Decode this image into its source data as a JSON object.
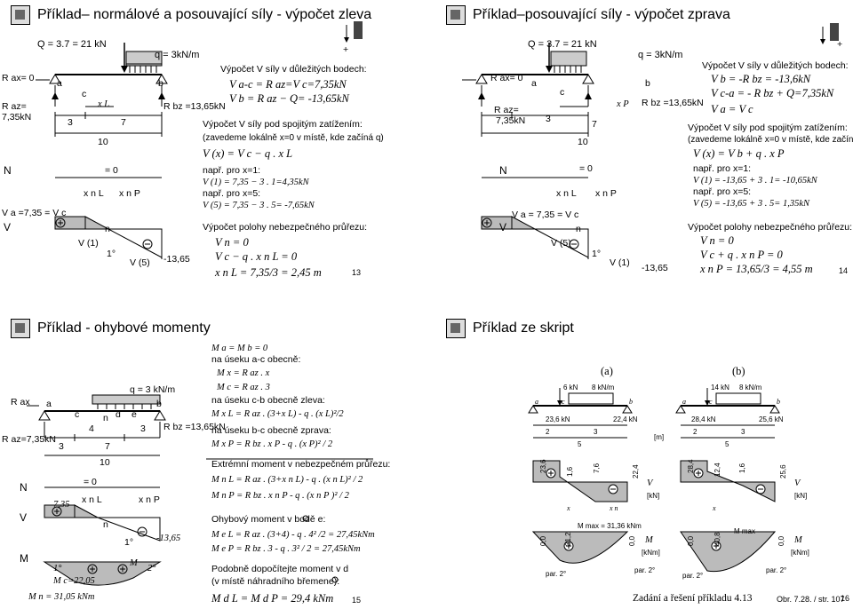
{
  "slide1": {
    "title": "Příklad– normálové a posouvající síly - výpočet zleva",
    "load_Q": "Q = 3.7 = 21 kN",
    "load_q": "q = 3kN/m",
    "Rax": "R ax= 0",
    "Raz_label": "R az=",
    "Raz_value": "7,35kN",
    "Rbz": "R bz =13,65kN",
    "pt_a": "a",
    "pt_b": "b",
    "pt_c": "c",
    "dim_3": "3",
    "dim_7": "7",
    "dim_10": "10",
    "xL": "x L",
    "N": "N",
    "V": "V",
    "eq0": "= 0",
    "xnL": "x n L",
    "xnP": "x n P",
    "Va_eq": "V a =7,35 = V c",
    "V1": "V (1)",
    "n": "n",
    "deg1": "1°",
    "V5": "V (5)",
    "neg": "-13,65",
    "r1": "Výpočet V síly v důležitých bodech:",
    "r2": "V a-c = R az=V c=7,35kN",
    "r3": "V b = R az − Q= -13,65kN",
    "r4": "Výpočet V síly pod spojitým zatížením:",
    "r5": "(zavedeme lokálně x=0 v místě, kde začíná q)",
    "r6": "V (x) = V c − q . x L",
    "r7": "např. pro x=1:",
    "r8": "V (1) = 7,35 − 3 . 1=4,35kN",
    "r9": "např. pro x=5:",
    "r10": "V (5) = 7,35 − 3 . 5= -7,65kN",
    "r11": "Výpočet polohy nebezpečného průřezu:",
    "r12": "V n = 0",
    "r13": "V c − q . x n L = 0",
    "r14": "x n L = 7,35/3 = 2,45 m",
    "page": "13",
    "plus": "+"
  },
  "slide2": {
    "title": "Příklad–posouvající síly - výpočet zprava",
    "load_Q": "Q = 3.7 = 21 kN",
    "load_q": "q = 3kN/m",
    "Rax": "R ax= 0",
    "Raz_label": "R az=",
    "Raz_value": "7,35kN",
    "Rbz": "R bz =13,65kN",
    "pt_a": "a",
    "pt_b": "b",
    "pt_c": "c",
    "dim_3": "3",
    "dim_7": "7",
    "dim_10": "10",
    "xP": "x P",
    "N": "N",
    "V": "V",
    "eq0": "= 0",
    "xnL": "x n L",
    "xnP": "x n P",
    "Va_eq": "V a = 7,35 = V c",
    "V5": "V (5)",
    "n": "n",
    "deg1": "1°",
    "V1": "V (1)",
    "neg": "-13,65",
    "r1": "Výpočet V síly v důležitých bodech:",
    "r2": "V b = -R bz = -13,6kN",
    "r3": "V c-a = - R bz + Q=7,35kN",
    "r4": "V a = V c",
    "r5": "Výpočet V síly pod spojitým zatížením:",
    "r6": "(zavedeme lokálně x=0 v místě, kde začíná q)",
    "r7": "V (x) = V b + q . x P",
    "r8": "např. pro x=1:",
    "r9": "V (1) = -13,65 + 3 . 1= -10,65kN",
    "r10": "např. pro x=5:",
    "r11": "V (5) = -13,65 + 3 . 5= 1,35kN",
    "r12": "Výpočet polohy nebezpečného průřezu:",
    "r13": "V n = 0",
    "r14": "V c + q . x n P = 0",
    "r15": "x n P = 13,65/3 = 4,55 m",
    "page": "14",
    "plus": "+"
  },
  "slide3": {
    "title": "Příklad - ohybové momenty",
    "load_q": "q = 3 kN/m",
    "Rax": "R ax",
    "Raz": "R az=7,35kN",
    "Rbz": "R bz =13,65kN",
    "pt_a": "a",
    "pt_b": "b",
    "pt_c": "c",
    "pt_n": "n",
    "pt_d": "d",
    "pt_e": "e",
    "dim_4": "4",
    "dim_3a": "3",
    "dim_3b": "3",
    "dim_7": "7",
    "dim_10": "10",
    "N": "N",
    "V": "V",
    "M": "M",
    "eq0": "= 0",
    "v735": "7,35",
    "xnL": "x n L",
    "xnP": "x n P",
    "neg": "-13,65",
    "n": "n",
    "deg1": "1°",
    "deg1b": "1°",
    "deg2": "2°",
    "Mlabel": "M",
    "Mc": "M c=22,05",
    "Mn": "M n = 31,05 kNm",
    "r1": "M a = M b = 0",
    "r2": "na úseku a-c obecně:",
    "r3": "M x = R az . x",
    "r4": "M c = R az . 3",
    "r5": "na úseku c-b obecně zleva:",
    "r6": "M x L = R az . (3+x L) - q . (x L)²/2",
    "r7": "na úseku b-c obecně zprava:",
    "r8": "M x P = R bz . x P - q . (x P)² / 2",
    "r9": "Extrémní moment v nebezpečném průřezu:",
    "r10": "M n L = R az . (3+x n L) - q . (x n L)² / 2",
    "r11": "M n P = R bz . x n P - q . (x n P )² / 2",
    "r12": "Ohybový moment v bodě e:",
    "r13": "M e L = R az . (3+4) - q . 4² /2 = 27,45kNm",
    "r14": "M e P = R bz . 3 - q . 3² / 2 = 27,45kNm",
    "r15": "Podobně dopočítejte moment v d",
    "r16": "(v místě náhradního břemene):",
    "r17": "M d L = M d P = 29,4 kNm",
    "page": "15"
  },
  "slide4": {
    "title": "Příklad ze skript",
    "ca": "(a)",
    "cb": "(b)",
    "a_load": "6 kN",
    "a_q": "8 kN/m",
    "b_load": "14 kN",
    "b_q": "8 kN/m",
    "a_pa": "a",
    "a_pc": "c",
    "a_pb": "b",
    "b_pa": "a",
    "b_pc": "c",
    "b_pb": "b",
    "a_R1": "23,6 kN",
    "a_R2": "22,4 kN",
    "b_R1": "28,4 kN",
    "b_R2": "25,6 kN",
    "a_d2": "2",
    "a_d3": "3",
    "a_d5": "5",
    "b_d2": "2",
    "b_d3": "3",
    "b_d5": "5",
    "unit_m": "[m]",
    "a_v1": "23,6",
    "a_v2": "1,6",
    "a_v3": "7,6",
    "a_v4": "22,4",
    "a_V": "V",
    "a_Vu": "[kN]",
    "a_x": "x",
    "a_xn": "x n",
    "a_m1": "0,0",
    "a_m2": "31,2",
    "a_m3": "0,0",
    "a_Mmax": "M max = 31,36 kNm",
    "a_M": "M",
    "a_Mu": "[kNm]",
    "a_par1": "par. 2°",
    "a_par2": "par. 2°",
    "b_v1": "28,4",
    "b_v2": "12,4",
    "b_v3": "1,6",
    "b_v4": "25,6",
    "b_V": "V",
    "b_Vu": "[kN]",
    "b_x": "x",
    "b_m1": "0,0",
    "b_m2": "40,8",
    "b_m3": "0,0",
    "b_Mmax": "M max",
    "b_M": "M",
    "b_Mu": "[kNm]",
    "b_par1": "par. 2°",
    "b_par2": "par. 2°",
    "ref": "Zadání a řešení příkladu 4.13",
    "ref2": "Obr. 7.28. / str. 107",
    "page": "16"
  }
}
